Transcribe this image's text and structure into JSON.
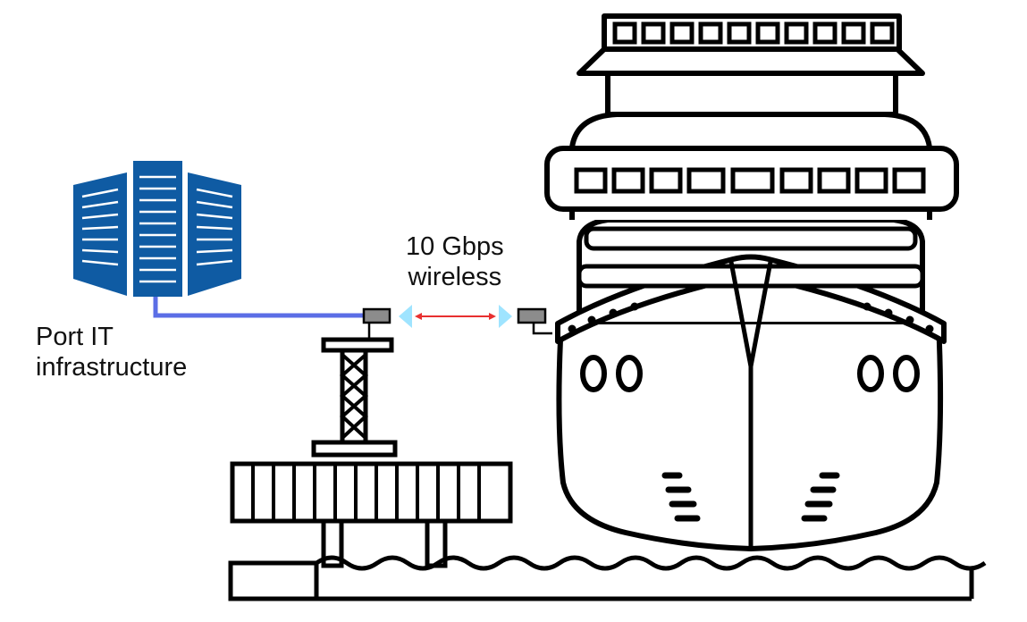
{
  "labels": {
    "port_line1": "Port IT",
    "port_line2": "infrastructure",
    "link_line1": "10 Gbps",
    "link_line2": "wireless"
  },
  "colors": {
    "server_blue": "#0f5ba3",
    "cable_blue": "#5b6ee6",
    "link_red": "#e83030",
    "beam_cyan": "#9fe4ff",
    "radio_grey": "#8c8c8c",
    "outline": "#000000"
  },
  "icons": [
    "server-rack-icon",
    "radio-antenna-icon",
    "cruise-ship-icon",
    "pier-icon",
    "water-icon"
  ]
}
